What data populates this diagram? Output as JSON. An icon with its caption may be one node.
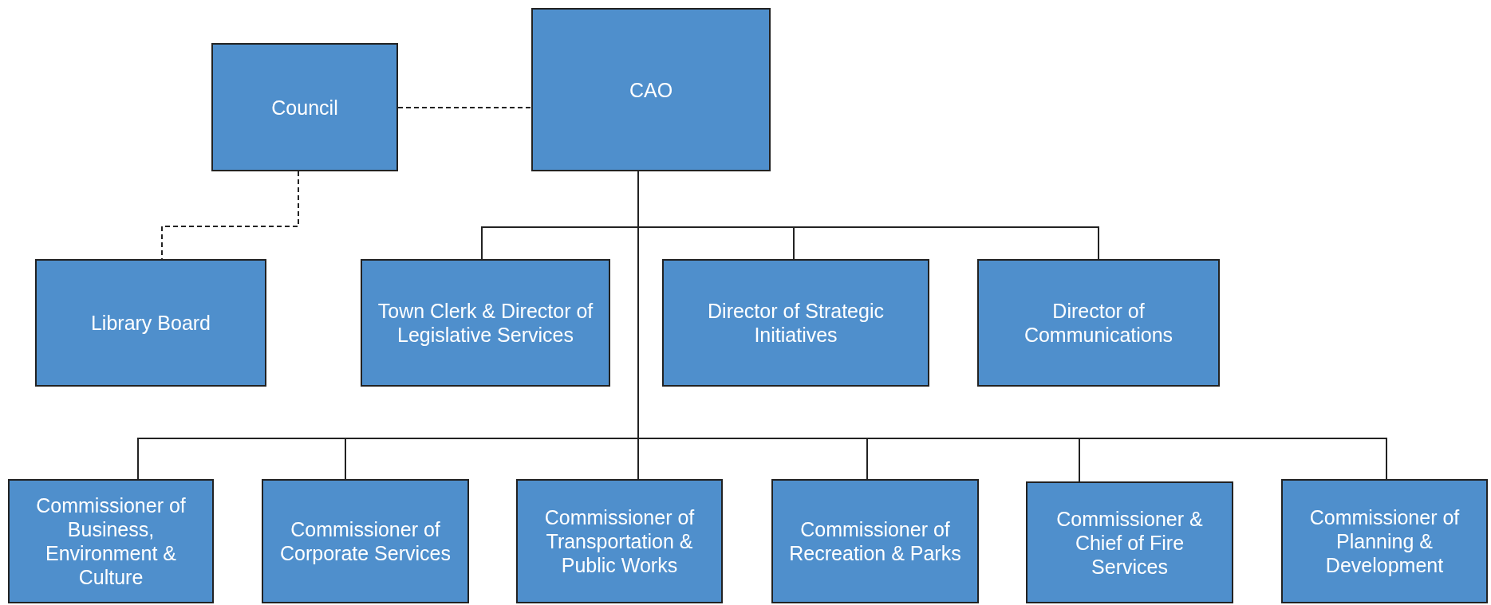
{
  "diagram": {
    "nodes": [
      {
        "text": [
          "CAO"
        ]
      },
      {
        "text": [
          "Council"
        ]
      },
      {
        "text": [
          "Library Board"
        ]
      },
      {
        "text": [
          "Town Clerk & Director of Legislative Services"
        ]
      },
      {
        "text": [
          "Director of Strategic Initiatives"
        ]
      },
      {
        "text": [
          "Director of Communications"
        ]
      },
      {
        "text": [
          "Commissioner of Business, Environment & Culture"
        ]
      },
      {
        "text": [
          "Commissioner of Corporate Services"
        ]
      },
      {
        "text": [
          "Commissioner of Transportation & Public Works"
        ]
      },
      {
        "text": [
          "Commissioner of Recreation & Parks"
        ]
      },
      {
        "text": [
          "Commissioner & Chief of Fire Services"
        ]
      },
      {
        "text": [
          "Commissioner of Planning & Development"
        ]
      }
    ],
    "edges": [
      {
        "from": 1,
        "to": 0,
        "arrow": "none",
        "style": "dashed"
      },
      {
        "from": 1,
        "to": 2,
        "arrow": "none",
        "style": "dashed"
      },
      {
        "from": 0,
        "to": 3,
        "arrow": "none"
      },
      {
        "from": 0,
        "to": 4,
        "arrow": "none"
      },
      {
        "from": 0,
        "to": 5,
        "arrow": "none"
      },
      {
        "from": 0,
        "to": 6,
        "arrow": "none"
      },
      {
        "from": 0,
        "to": 7,
        "arrow": "none"
      },
      {
        "from": 0,
        "to": 8,
        "arrow": "none"
      },
      {
        "from": 0,
        "to": 9,
        "arrow": "none"
      },
      {
        "from": 0,
        "to": 10,
        "arrow": "none"
      },
      {
        "from": 0,
        "to": 11,
        "arrow": "none"
      }
    ]
  }
}
